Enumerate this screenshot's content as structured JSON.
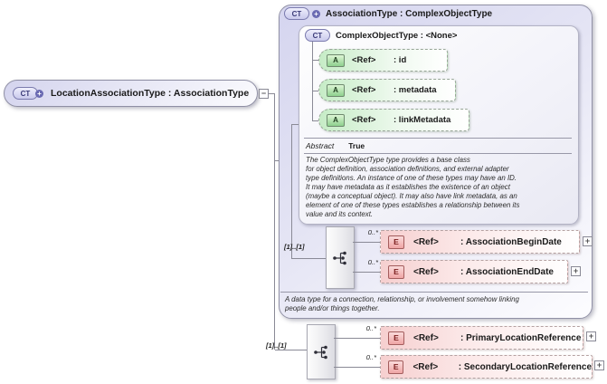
{
  "root_node": {
    "icon": "CT",
    "icon_plus": "+",
    "label": "LocationAssociationType : AssociationType",
    "collapse_glyph": "−"
  },
  "base_box": {
    "icon": "CT",
    "icon_plus": "+",
    "title": "AssociationType : ComplexObjectType",
    "inner": {
      "icon": "CT",
      "title": "ComplexObjectType : <None>",
      "attributes": [
        {
          "icon": "A",
          "ref": "<Ref>",
          "name": ": id"
        },
        {
          "icon": "A",
          "ref": "<Ref>",
          "name": ": metadata"
        },
        {
          "icon": "A",
          "ref": "<Ref>",
          "name": ": linkMetadata"
        }
      ],
      "abstract_label": "Abstract",
      "abstract_value": "True",
      "annotation": "The ComplexObjectType type provides a base class\nfor object definition, association definitions, and external adapter\ntype definitions. An instance of one of these types may have an ID.\nIt may have metadata as it establishes the existence of an object\n(maybe a conceptual object). It may also have link metadata, as an\nelement of one of these types establishes a relationship between its\nvalue and its context."
    },
    "sequence": {
      "cardinality": "[1]..[1]",
      "elements": [
        {
          "occurs": "0..*",
          "icon": "E",
          "ref": "<Ref>",
          "name": ": AssociationBeginDate",
          "expand": "+"
        },
        {
          "occurs": "0..*",
          "icon": "E",
          "ref": "<Ref>",
          "name": ": AssociationEndDate",
          "expand": "+"
        }
      ]
    },
    "annotation": "A data type for a connection, relationship, or involvement somehow linking\npeople and/or things together."
  },
  "extension_sequence": {
    "cardinality": "[1]..[1]",
    "elements": [
      {
        "occurs": "0..*",
        "icon": "E",
        "ref": "<Ref>",
        "name": ": PrimaryLocationReference",
        "expand": "+"
      },
      {
        "occurs": "0..*",
        "icon": "E",
        "ref": "<Ref>",
        "name": ": SecondaryLocationReference",
        "expand": "+"
      }
    ]
  },
  "colors": {
    "accent_lavender": "#dcdcf2",
    "attribute_green": "#c6ecc6",
    "element_pink": "#f6cfcf",
    "line_gray": "#8a8a96"
  }
}
